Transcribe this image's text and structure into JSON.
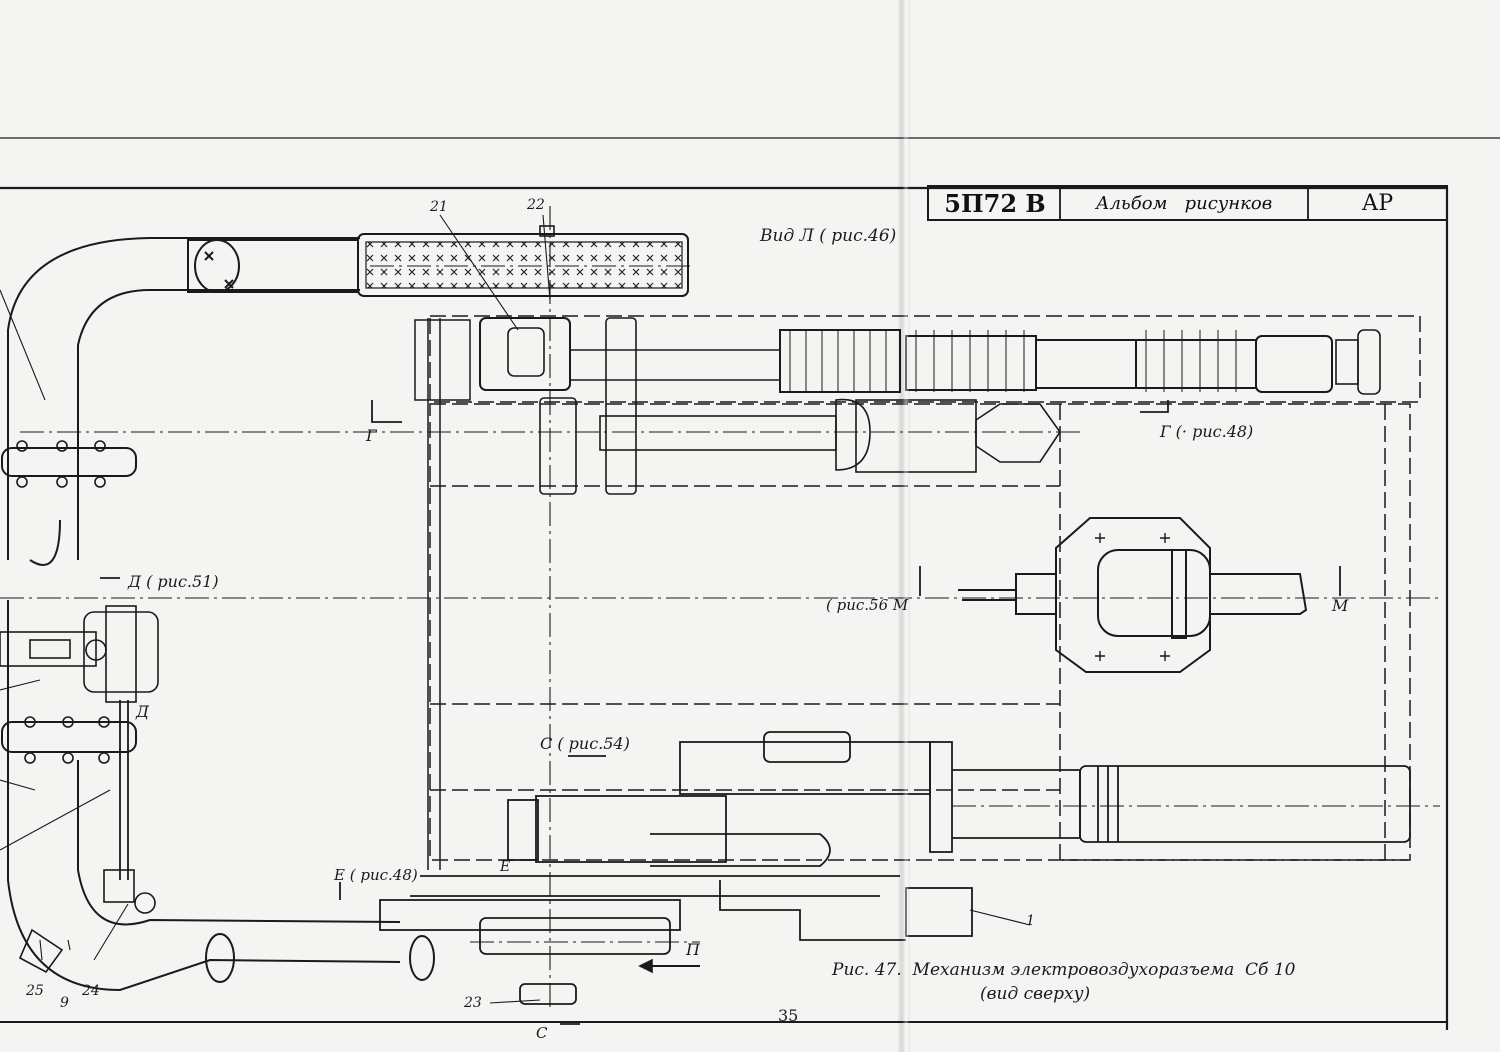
{
  "title_block": {
    "code": "5П72 В",
    "album": "Альбом   рисунков",
    "sheet_mark": "АР"
  },
  "caption": {
    "line1": "Рис. 47.  Механизм электровоздухоразъема  Сб 10",
    "line2": "(вид сверху)"
  },
  "page_number": "35",
  "callouts": {
    "n21": "21",
    "n22": "22",
    "n23": "23",
    "n24": "24",
    "n25": "25",
    "n9": "9",
    "n1": "1"
  },
  "views": {
    "view_l": "Вид Л (   рис.46)",
    "g_mark": "Г",
    "g_ref": "Г (· рис.48)",
    "d_ref": "Д (  рис.51)",
    "d_mark": "Д",
    "m_ref": "(  рис.56 М",
    "m_mark": "М",
    "c_ref": "С (  рис.54)",
    "e_ref": "Е (  рис.48)",
    "e_mark": "Е",
    "c_mark": "С",
    "p_mark": "П"
  },
  "colors": {
    "ink": "#1a1a1a",
    "paper": "#f4f4f2"
  }
}
